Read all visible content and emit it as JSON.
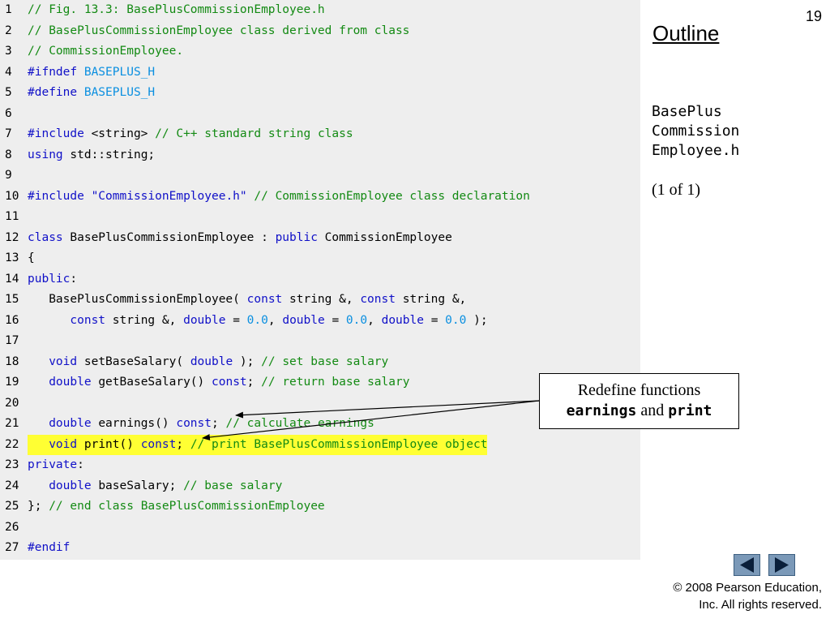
{
  "page_number": "19",
  "outline_label": "Outline",
  "file_title": [
    "BasePlus",
    "Commission",
    "Employee.h"
  ],
  "page_indicator": "(1 of 1)",
  "callout": {
    "line1": "Redefine functions",
    "code1": "earnings",
    "and": "and",
    "code2": "print"
  },
  "copyright": {
    "line1": "© 2008 Pearson Education,",
    "line2": "Inc.  All rights reserved."
  },
  "nav": {
    "prev_icon": "left-triangle-icon",
    "next_icon": "right-triangle-icon"
  },
  "colors": {
    "keyword": "#1010c8",
    "comment": "#138a13",
    "literal": "#0a8fe0",
    "highlight": "#ffff33",
    "panel": "#eeeeee"
  },
  "code_lines": [
    {
      "n": "1",
      "tokens": [
        {
          "t": "cm",
          "v": "// Fig. 13.3: BasePlusCommissionEmployee.h"
        }
      ]
    },
    {
      "n": "2",
      "tokens": [
        {
          "t": "cm",
          "v": "// BasePlusCommissionEmployee class derived from class"
        }
      ]
    },
    {
      "n": "3",
      "tokens": [
        {
          "t": "cm",
          "v": "// CommissionEmployee."
        }
      ]
    },
    {
      "n": "4",
      "tokens": [
        {
          "t": "kw",
          "v": "#ifndef "
        },
        {
          "t": "lit",
          "v": "BASEPLUS_H"
        }
      ]
    },
    {
      "n": "5",
      "tokens": [
        {
          "t": "kw",
          "v": "#define "
        },
        {
          "t": "lit",
          "v": "BASEPLUS_H"
        }
      ]
    },
    {
      "n": "6",
      "tokens": []
    },
    {
      "n": "7",
      "tokens": [
        {
          "t": "kw",
          "v": "#include "
        },
        {
          "t": "pl",
          "v": "<string> "
        },
        {
          "t": "cm",
          "v": "// C++ standard string class"
        }
      ]
    },
    {
      "n": "8",
      "tokens": [
        {
          "t": "kw",
          "v": "using "
        },
        {
          "t": "pl",
          "v": "std::string;"
        }
      ]
    },
    {
      "n": "9",
      "tokens": []
    },
    {
      "n": "10",
      "tokens": [
        {
          "t": "kw",
          "v": "#include "
        },
        {
          "t": "str",
          "v": "\"CommissionEmployee.h\" "
        },
        {
          "t": "cm",
          "v": "// CommissionEmployee class declaration"
        }
      ]
    },
    {
      "n": "11",
      "tokens": []
    },
    {
      "n": "12",
      "tokens": [
        {
          "t": "kw",
          "v": "class "
        },
        {
          "t": "pl",
          "v": "BasePlusCommissionEmployee : "
        },
        {
          "t": "kw",
          "v": "public "
        },
        {
          "t": "pl",
          "v": "CommissionEmployee"
        }
      ]
    },
    {
      "n": "13",
      "tokens": [
        {
          "t": "pl",
          "v": "{"
        }
      ]
    },
    {
      "n": "14",
      "tokens": [
        {
          "t": "kw",
          "v": "public"
        },
        {
          "t": "pl",
          "v": ":"
        }
      ]
    },
    {
      "n": "15",
      "tokens": [
        {
          "t": "pl",
          "v": "   BasePlusCommissionEmployee( "
        },
        {
          "t": "kw",
          "v": "const "
        },
        {
          "t": "pl",
          "v": "string &, "
        },
        {
          "t": "kw",
          "v": "const "
        },
        {
          "t": "pl",
          "v": "string &,"
        }
      ]
    },
    {
      "n": "16",
      "tokens": [
        {
          "t": "pl",
          "v": "      "
        },
        {
          "t": "kw",
          "v": "const "
        },
        {
          "t": "pl",
          "v": "string &, "
        },
        {
          "t": "kw",
          "v": "double "
        },
        {
          "t": "pl",
          "v": "= "
        },
        {
          "t": "lit",
          "v": "0.0"
        },
        {
          "t": "pl",
          "v": ", "
        },
        {
          "t": "kw",
          "v": "double "
        },
        {
          "t": "pl",
          "v": "= "
        },
        {
          "t": "lit",
          "v": "0.0"
        },
        {
          "t": "pl",
          "v": ", "
        },
        {
          "t": "kw",
          "v": "double "
        },
        {
          "t": "pl",
          "v": "= "
        },
        {
          "t": "lit",
          "v": "0.0"
        },
        {
          "t": "pl",
          "v": " );"
        }
      ]
    },
    {
      "n": "17",
      "tokens": []
    },
    {
      "n": "18",
      "tokens": [
        {
          "t": "pl",
          "v": "   "
        },
        {
          "t": "kw",
          "v": "void "
        },
        {
          "t": "pl",
          "v": "setBaseSalary( "
        },
        {
          "t": "kw",
          "v": "double "
        },
        {
          "t": "pl",
          "v": "); "
        },
        {
          "t": "cm",
          "v": "// set base salary"
        }
      ]
    },
    {
      "n": "19",
      "tokens": [
        {
          "t": "pl",
          "v": "   "
        },
        {
          "t": "kw",
          "v": "double "
        },
        {
          "t": "pl",
          "v": "getBaseSalary() "
        },
        {
          "t": "kw",
          "v": "const"
        },
        {
          "t": "pl",
          "v": "; "
        },
        {
          "t": "cm",
          "v": "// return base salary"
        }
      ]
    },
    {
      "n": "20",
      "tokens": []
    },
    {
      "n": "21",
      "tokens": [
        {
          "t": "pl",
          "v": "   "
        },
        {
          "t": "kw",
          "v": "double "
        },
        {
          "t": "pl",
          "v": "earnings() "
        },
        {
          "t": "kw",
          "v": "const"
        },
        {
          "t": "pl",
          "v": "; "
        },
        {
          "t": "cm",
          "v": "// calculate earnings"
        }
      ]
    },
    {
      "n": "22",
      "highlight": true,
      "tokens": [
        {
          "t": "pl",
          "v": "   "
        },
        {
          "t": "kw",
          "v": "void "
        },
        {
          "t": "pl",
          "v": "print() "
        },
        {
          "t": "kw",
          "v": "const"
        },
        {
          "t": "pl",
          "v": "; "
        },
        {
          "t": "cm",
          "v": "// print BasePlusCommissionEmployee object"
        }
      ]
    },
    {
      "n": "23",
      "tokens": [
        {
          "t": "kw",
          "v": "private"
        },
        {
          "t": "pl",
          "v": ":"
        }
      ]
    },
    {
      "n": "24",
      "tokens": [
        {
          "t": "pl",
          "v": "   "
        },
        {
          "t": "kw",
          "v": "double "
        },
        {
          "t": "pl",
          "v": "baseSalary; "
        },
        {
          "t": "cm",
          "v": "// base salary"
        }
      ]
    },
    {
      "n": "25",
      "tokens": [
        {
          "t": "pl",
          "v": "}; "
        },
        {
          "t": "cm",
          "v": "// end class BasePlusCommissionEmployee"
        }
      ]
    },
    {
      "n": "26",
      "tokens": []
    },
    {
      "n": "27",
      "tokens": [
        {
          "t": "kw",
          "v": "#endif"
        }
      ]
    }
  ]
}
